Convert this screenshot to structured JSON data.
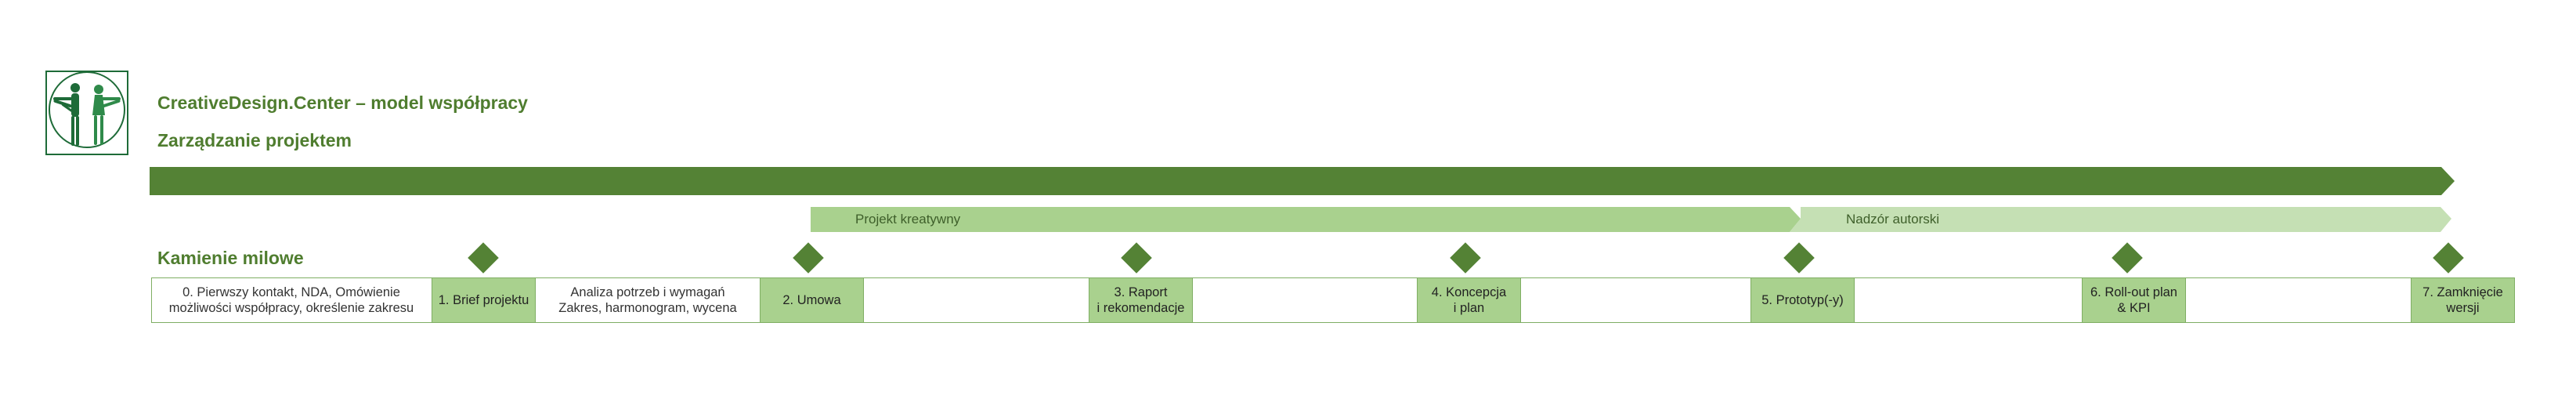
{
  "header": {
    "title": "CreativeDesign.Center – model współpracy",
    "subtitle": "Zarządzanie projektem",
    "milestones_heading": "Kamienie milowe"
  },
  "bands": [
    {
      "label": ""
    },
    {
      "label": "Projekt kreatywny"
    },
    {
      "label": "Nadzór autorski"
    }
  ],
  "timeline": {
    "cells": [
      {
        "text": "0. Pierwszy kontakt, NDA, Omówienie\nmożliwości współpracy, określenie zakresu",
        "milestone": false
      },
      {
        "text": "1. Brief projektu",
        "milestone": true
      },
      {
        "text": "Analiza potrzeb i wymagań\nZakres, harmonogram, wycena",
        "milestone": false
      },
      {
        "text": "2. Umowa",
        "milestone": true
      },
      {
        "text": "",
        "milestone": false
      },
      {
        "text": "3. Raport\ni rekomendacje",
        "milestone": true
      },
      {
        "text": "",
        "milestone": false
      },
      {
        "text": "4. Koncepcja\ni plan",
        "milestone": true
      },
      {
        "text": "",
        "milestone": false
      },
      {
        "text": "5. Prototyp(-y)",
        "milestone": true
      },
      {
        "text": "",
        "milestone": false
      },
      {
        "text": "6. Roll-out plan\n& KPI",
        "milestone": true
      },
      {
        "text": "",
        "milestone": false
      },
      {
        "text": "7. Zamknięcie\nwersji",
        "milestone": true
      }
    ]
  },
  "colors": {
    "dark_green": "#548235",
    "medium_green": "#a9d18e",
    "light_green": "#c5e0b4",
    "title_green": "#4f7d2f"
  },
  "icons": {
    "logo": "vitruvian-figures-logo",
    "milestone_marker": "diamond-icon"
  }
}
